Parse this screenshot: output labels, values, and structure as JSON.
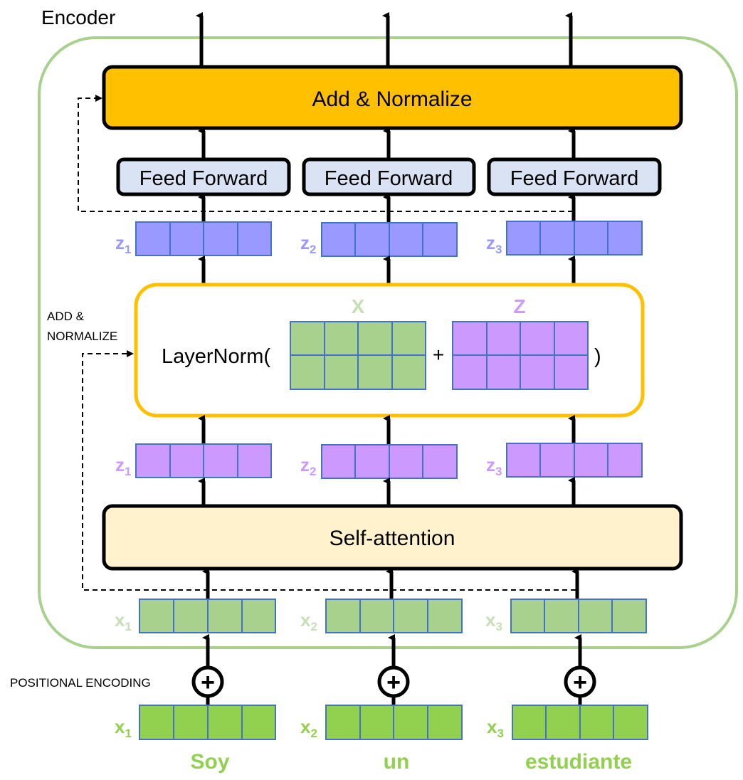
{
  "title": "Encoder",
  "blocks": {
    "add_normalize": "Add & Normalize",
    "feed_forward": "Feed Forward",
    "self_attention": "Self-attention"
  },
  "layernorm": {
    "prefix": "LayerNorm(",
    "plus": "+",
    "suffix": ")",
    "x_label": "X",
    "z_label": "Z"
  },
  "side_labels": {
    "add_line1": "ADD &",
    "add_line2": "NORMALIZE",
    "positional": "POSITIONAL ENCODING"
  },
  "vector_labels": {
    "z_top": [
      {
        "base": "z",
        "sub": "1"
      },
      {
        "base": "z",
        "sub": "2"
      },
      {
        "base": "z",
        "sub": "3"
      }
    ],
    "z_mid": [
      {
        "base": "z",
        "sub": "1"
      },
      {
        "base": "z",
        "sub": "2"
      },
      {
        "base": "z",
        "sub": "3"
      }
    ],
    "x_enc": [
      {
        "base": "x",
        "sub": "1"
      },
      {
        "base": "x",
        "sub": "2"
      },
      {
        "base": "x",
        "sub": "3"
      }
    ],
    "x_in": [
      {
        "base": "x",
        "sub": "1"
      },
      {
        "base": "x",
        "sub": "2"
      },
      {
        "base": "x",
        "sub": "3"
      }
    ]
  },
  "plus_symbol": "+",
  "words": [
    "Soy",
    "un",
    "estudiante"
  ],
  "colors": {
    "encoder_border": "#a9d18e",
    "add_normalize_fill": "#ffc000",
    "feed_forward_fill": "#dae3f3",
    "self_attention_fill": "#fff2cc",
    "layernorm_border": "#ffc000",
    "z_top_fill": "#9999ff",
    "z_mid_fill": "#cc99ff",
    "x_enc_fill": "#a9d18e",
    "x_in_fill": "#92d050",
    "cell_border": "#4472c4",
    "z_top_label": "#9999ff",
    "z_mid_label": "#cc99ff",
    "x_enc_label": "#c5e0b4",
    "x_in_label": "#92d050"
  }
}
